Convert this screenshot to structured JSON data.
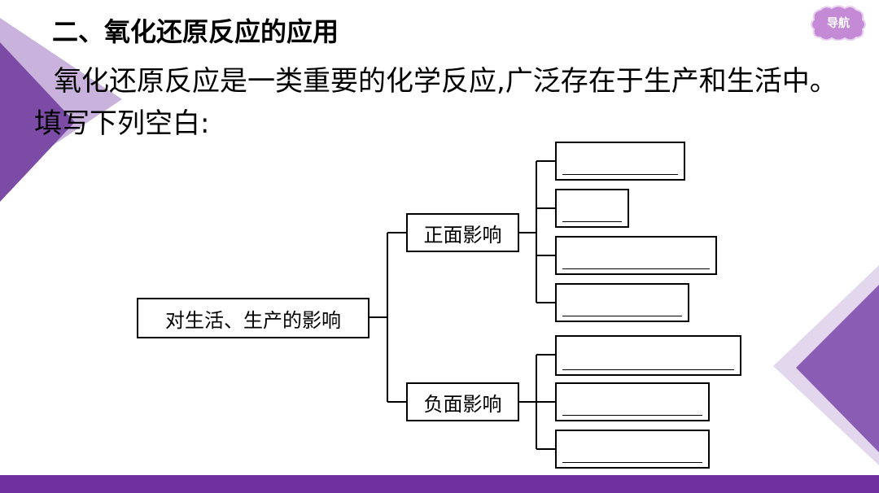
{
  "slide": {
    "heading": "二、氧化还原反应的应用",
    "paragraph": "氧化还原反应是一类重要的化学反应,广泛存在于生产和生活中。填写下列空白:",
    "nav_button": "导航"
  },
  "diagram": {
    "root": "对生活、生产的影响",
    "branches": [
      {
        "label": "正面影响",
        "blank_count": 4
      },
      {
        "label": "负面影响",
        "blank_count": 3
      }
    ]
  },
  "colors": {
    "accent_purple": "#7030a0",
    "light_purple": "#c9b3dd",
    "nav_pink": "#c58ad6"
  }
}
